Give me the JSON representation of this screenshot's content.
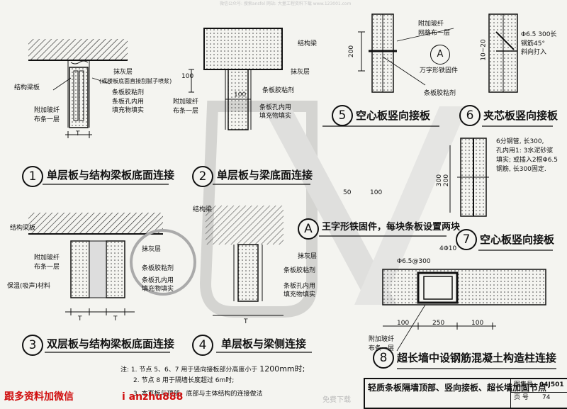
{
  "header_watermark": "微信公众号: 搜索ansfel  网站: 大量工程资料下载  www.123001.com",
  "details": [
    {
      "num": "1",
      "title": "单层板与结构梁板底面连接"
    },
    {
      "num": "2",
      "title": "单层板与梁底面连接"
    },
    {
      "num": "3",
      "title": "双层板与结构梁板底面连接"
    },
    {
      "num": "4",
      "title": "单层板与梁侧连接"
    },
    {
      "num": "5",
      "title": "空心板竖向接板"
    },
    {
      "num": "6",
      "title": "夹芯板竖向接板"
    },
    {
      "num": "7",
      "title": "空心板竖向接板"
    },
    {
      "num": "8",
      "title": "超长墙中设钢筋混凝土构造柱连接"
    }
  ],
  "detail_a": {
    "letter": "A",
    "title": "王字形铁固件，每块条板设置两块"
  },
  "labels": {
    "d1_beam": "结构梁板",
    "d1_plaster": "抹灰层",
    "d1_plaster_note": "(或楼板底面直接刮腻子喷浆)",
    "d1_fiber": "附加玻纤",
    "d1_fiber2": "布条一层",
    "d1_glue": "条板胶粘剂",
    "d1_fill": "条板孔内用",
    "d1_fill2": "填充物填实",
    "d2_beam": "结构梁",
    "d2_plaster": "抹灰层",
    "d2_glue": "条板胶粘剂",
    "d2_fiber": "附加玻纤",
    "d2_fiber2": "布条一层",
    "d2_fill": "条板孔内用",
    "d2_fill2": "填充物填实",
    "d3_beam": "结构梁板",
    "d3_fiber": "附加玻纤",
    "d3_fiber2": "布条一层",
    "d3_insul": "保温(吸声)材料",
    "d3_plaster": "抹灰层",
    "d3_glue": "条板胶粘剂",
    "d3_fill": "条板孔内用",
    "d3_fill2": "填充物填实",
    "d4_beam": "结构梁",
    "d4_plaster": "抹灰层",
    "d4_glue": "条板胶粘剂",
    "d4_fill": "条板孔内用",
    "d4_fill2": "填充物填实",
    "d5_fiber": "附加玻纤",
    "d5_fiber2": "网格布一层",
    "d5_fixer": "万字形铁固件",
    "d5_glue": "条板胶粘剂",
    "d6_rebar": "Φ6.5  300长",
    "d6_rebar2": "钢筋45°",
    "d6_rebar3": "斜向打入",
    "d7_pipe": "6分钢管, 长300,",
    "d7_pipe2": "孔内用1: 3水泥砂浆",
    "d7_pipe3": "填实; 或插入2根Φ6.5",
    "d7_pipe4": "钢筋, 长300固定.",
    "d8_rebar": "Φ6.5@300",
    "d8_bar": "4Φ10",
    "d8_fiber": "附加玻纤",
    "d8_fiber2": "布条一层"
  },
  "dims": {
    "T": "T",
    "d_200": "200",
    "d_100": "100",
    "d_10_20": "10~20",
    "d_300": "300",
    "d_200b": "200",
    "d_50": "50",
    "d_250": "250"
  },
  "notes": {
    "n1": "注: 1. 节点",
    "n1b": "用于竖向接板部分高度小于",
    "n1c": "1200mm时;",
    "n2": "2. 节点",
    "n2b": "用于隔墙长度超过 6m时;",
    "n3": "3. 本页板与顶部、底部与主体结构的连接做法"
  },
  "title_block": {
    "title": "轻质条板隔墙顶部、竖向接板、超长墙加固节点",
    "atlas_label": "图集号",
    "atlas_no": "04J501",
    "page_label": "页 号",
    "page_no": "74"
  },
  "bottom": {
    "red_left": "跟多资料加微信",
    "red_mid": "i anzhu888",
    "free": "免费下载"
  }
}
